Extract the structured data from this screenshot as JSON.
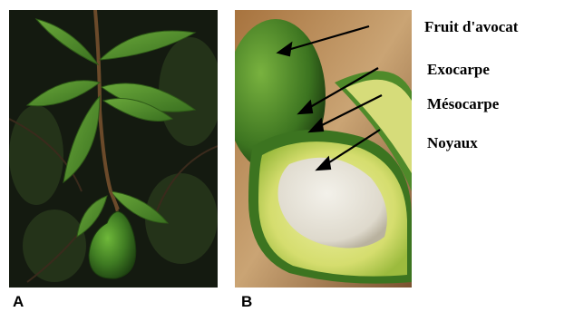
{
  "panels": {
    "a": {
      "letter": "A"
    },
    "b": {
      "letter": "B"
    }
  },
  "labels": {
    "fruit": "Fruit d'avocat",
    "exocarpe": "Exocarpe",
    "mesocarpe": "Mésocarpe",
    "noyaux": "Noyaux"
  },
  "colors": {
    "background": "#ffffff",
    "leaf": "#4f8f2a",
    "night_background": "#141a10",
    "avocado_skin": "#3e7a22",
    "flesh": "#d7de7e",
    "seed": "#e8e5dc",
    "arrow": "#000000"
  }
}
